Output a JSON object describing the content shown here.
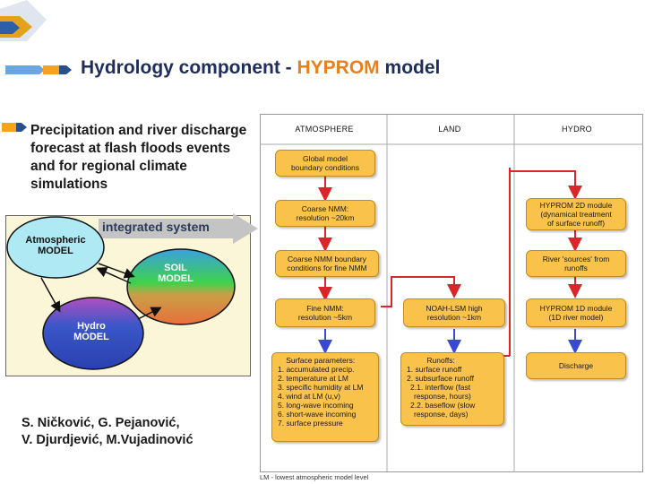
{
  "title": {
    "prefix": "Hydrology component - ",
    "highlight": "HYPROM",
    "suffix": " model"
  },
  "bullet": "Precipitation and river discharge forecast at flash floods events and for regional climate simulations",
  "integrated_label": "integrated system",
  "diagram_left": {
    "atmospheric": [
      "Atmospheric",
      "MODEL"
    ],
    "soil": [
      "SOIL",
      "MODEL"
    ],
    "hydro": [
      "Hydro",
      "MODEL"
    ]
  },
  "authors": [
    "S. Ničković, G. Pejanović,",
    "V. Djurdjević, M.Vujadinović"
  ],
  "panel": {
    "columns": [
      "ATMOSPHERE",
      "LAND",
      "HYDRO"
    ],
    "atmosphere_boxes": [
      [
        "Global model",
        "boundary conditions"
      ],
      [
        "Coarse NMM:",
        "resolution ~20km"
      ],
      [
        "Coarse NMM boundary",
        "conditions for fine NMM"
      ],
      [
        "Fine NMM:",
        "resolution ~5km"
      ]
    ],
    "surface": {
      "title": "Surface parameters:",
      "items": [
        "1. accumulated precip.",
        "2. temperature at LM",
        "3. specific humidity at LM",
        "4. wind at LM (u,v)",
        "5. long-wave incoming",
        "6. short-wave incoming",
        "7. surface pressure"
      ]
    },
    "land_box": [
      "NOAH-LSM high",
      "resolution ~1km"
    ],
    "runoffs": {
      "title": "Runoffs:",
      "items": [
        "1. surface runoff",
        "2. subsurface runoff",
        "2.1. interflow (fast",
        "response, hours)",
        "2.2. baseflow (slow",
        "response, days)"
      ]
    },
    "hydro_boxes": [
      [
        "HYPROM 2D module",
        "(dynamical treatment",
        "of surface runoff)"
      ],
      [
        "River 'sources' from",
        "runoffs"
      ],
      [
        "HYPROM 1D module",
        "(1D river model)"
      ],
      [
        "Discharge"
      ]
    ],
    "footnote": "LM - lowest atmospheric model level"
  },
  "colors": {
    "box_fill": "#f9c24a",
    "arrow_red": "#d9262b",
    "arrow_blue": "#3a4ad0",
    "title_navy": "#1f2d5a",
    "title_orange": "#e8801e"
  }
}
